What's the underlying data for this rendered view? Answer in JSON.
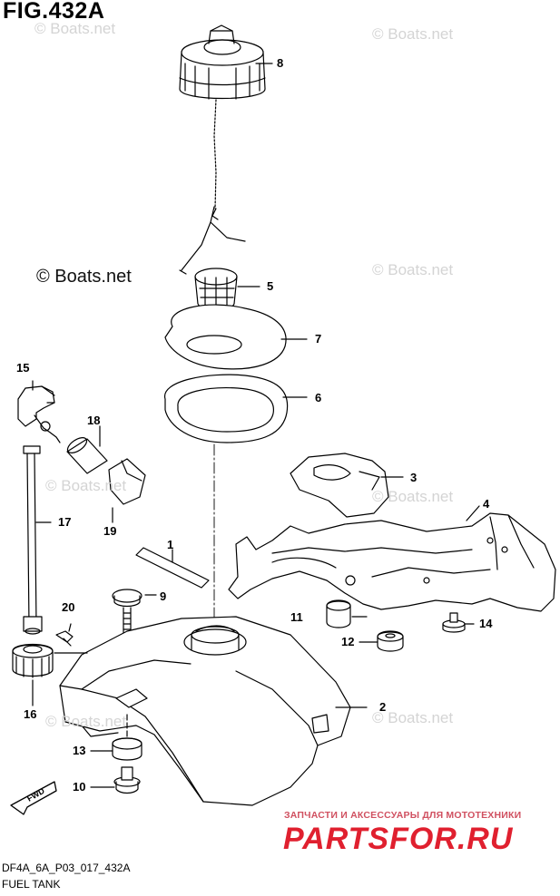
{
  "figure": {
    "title": "FIG.432A",
    "ref_code": "DF4A_6A_P03_017_432A",
    "section_name": "FUEL TANK"
  },
  "watermarks": {
    "small": "© Boats.net",
    "large": "© Boats.net"
  },
  "stamp": {
    "subtitle": "ЗАПЧАСТИ И АКСЕССУАРЫ ДЛЯ МОТОТЕХНИКИ",
    "brand": "PARTSFOR.RU"
  },
  "fwd_label": "FWD",
  "callouts": [
    "1",
    "2",
    "3",
    "4",
    "5",
    "6",
    "7",
    "8",
    "9",
    "10",
    "11",
    "12",
    "13",
    "14",
    "15",
    "16",
    "17",
    "18",
    "19",
    "20"
  ],
  "colors": {
    "line": "#000000",
    "stamp": "#e0202f",
    "watermark": "#d4d4d4"
  }
}
